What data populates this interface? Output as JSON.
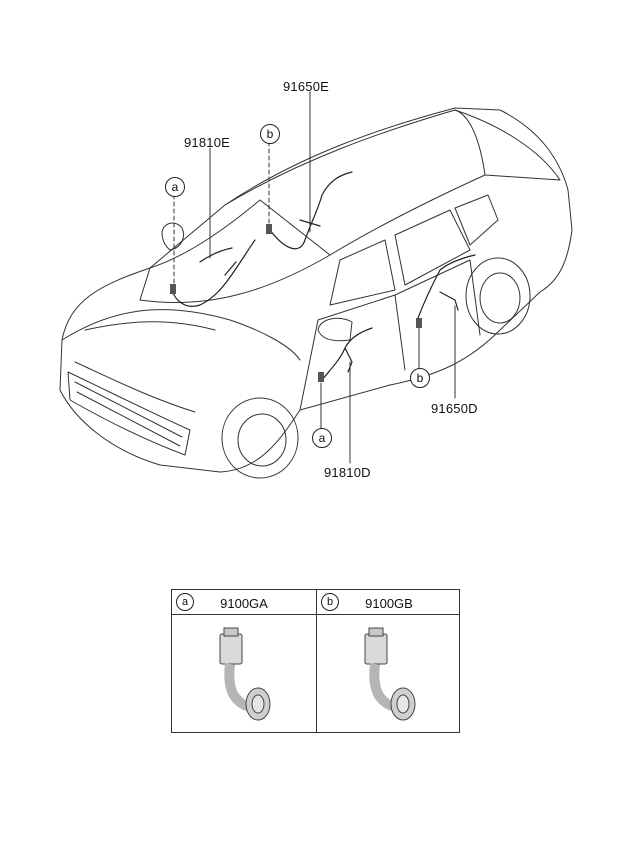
{
  "labels": {
    "e_roof": "91650E",
    "e_front": "91810E",
    "d_rear": "91650D",
    "d_front": "91810D"
  },
  "callouts": {
    "a": "a",
    "b": "b"
  },
  "table": {
    "columns": [
      {
        "callout": "a",
        "code": "9100GA"
      },
      {
        "callout": "b",
        "code": "9100GB"
      }
    ]
  }
}
